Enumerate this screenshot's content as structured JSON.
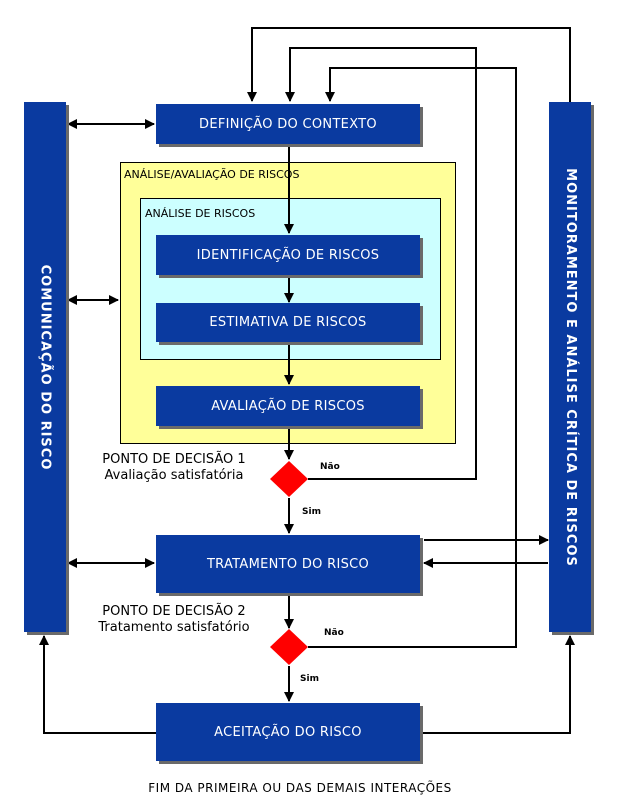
{
  "left_bar": "COMUNICAÇÃO DO RISCO",
  "right_bar": "MONITORAMENTO E ANÁLISE CRÍTICA DE RISCOS",
  "boxes": {
    "context": "DEFINIÇÃO DO CONTEXTO",
    "identification": "IDENTIFICAÇÃO DE RISCOS",
    "estimation": "ESTIMATIVA DE RISCOS",
    "evaluation": "AVALIAÇÃO DE RISCOS",
    "treatment": "TRATAMENTO DO RISCO",
    "acceptance": "ACEITAÇÃO DO RISCO"
  },
  "frames": {
    "outer": "ANÁLISE/AVALIAÇÃO DE RISCOS",
    "inner": "ANÁLISE DE RISCOS"
  },
  "decision1": {
    "title": "PONTO DE DECISÃO 1",
    "subtitle": "Avaliação satisfatória",
    "no": "Não",
    "yes": "Sim"
  },
  "decision2": {
    "title": "PONTO DE DECISÃO 2",
    "subtitle": "Tratamento satisfatório",
    "no": "Não",
    "yes": "Sim"
  },
  "footer": "FIM DA PRIMEIRA OU DAS DEMAIS INTERAÇÕES",
  "colors": {
    "box": "#0a3aa0",
    "diamond": "#ff0000",
    "outer_frame": "#ffff99",
    "inner_frame": "#ccffff"
  }
}
